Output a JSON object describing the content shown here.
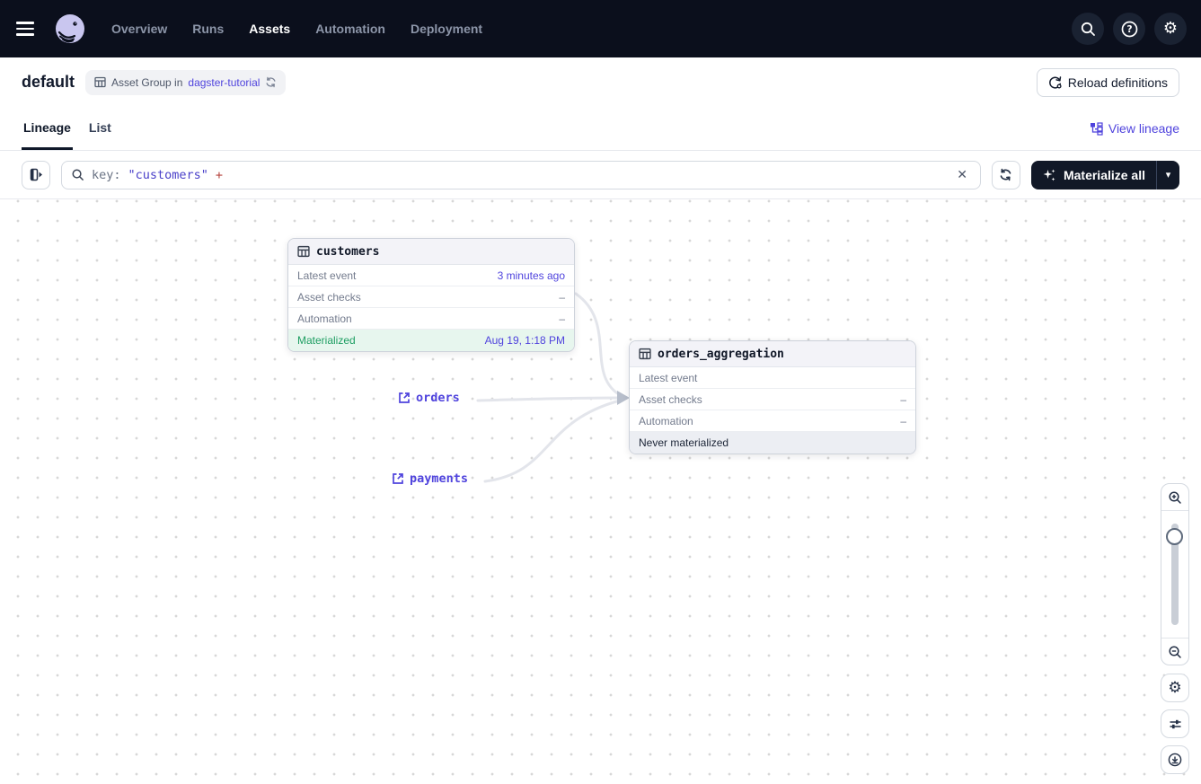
{
  "nav": {
    "items": [
      {
        "label": "Overview"
      },
      {
        "label": "Runs"
      },
      {
        "label": "Assets"
      },
      {
        "label": "Automation"
      },
      {
        "label": "Deployment"
      }
    ]
  },
  "header": {
    "title": "default",
    "badge": {
      "prefix": "Asset Group in",
      "link": "dagster-tutorial"
    },
    "reload_button": "Reload definitions"
  },
  "tabs": {
    "lineage": "Lineage",
    "list": "List",
    "view_lineage": "View lineage"
  },
  "toolbar": {
    "query": {
      "prefix": "key:",
      "value": "\"customers\"",
      "operator": "+"
    },
    "clear_glyph": "✕",
    "materialize_button": "Materialize all",
    "caret_glyph": "▾"
  },
  "graph": {
    "nodes": [
      {
        "title": "customers",
        "rows": [
          {
            "label": "Latest event",
            "value": "3 minutes ago"
          },
          {
            "label": "Asset checks",
            "value": "–"
          },
          {
            "label": "Automation",
            "value": "–"
          }
        ],
        "status": {
          "label": "Materialized",
          "value": "Aug 19, 1:18 PM"
        }
      },
      {
        "title": "orders_aggregation",
        "rows": [
          {
            "label": "Latest event",
            "value": ""
          },
          {
            "label": "Asset checks",
            "value": "–"
          },
          {
            "label": "Automation",
            "value": "–"
          }
        ],
        "status": {
          "label": "Never materialized",
          "value": ""
        }
      }
    ],
    "external_assets": [
      {
        "label": "orders"
      },
      {
        "label": "payments"
      }
    ]
  },
  "icons": {
    "gear_glyph": "⚙"
  },
  "colors": {
    "accent": "#4F43DD",
    "success_text": "#1E9E62",
    "success_bg": "#E7F6EE",
    "nav_bg": "#0B0F1C",
    "operator_red": "#B5423C"
  }
}
